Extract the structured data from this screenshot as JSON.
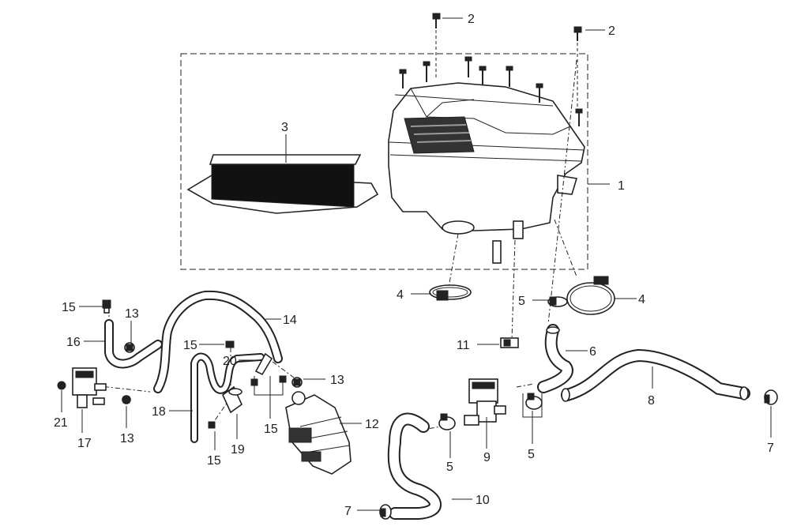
{
  "diagram": {
    "callouts": [
      {
        "id": "c1",
        "text": "1"
      },
      {
        "id": "c2a",
        "text": "2"
      },
      {
        "id": "c2b",
        "text": "2"
      },
      {
        "id": "c3",
        "text": "3"
      },
      {
        "id": "c4a",
        "text": "4"
      },
      {
        "id": "c4b",
        "text": "4"
      },
      {
        "id": "c5a",
        "text": "5"
      },
      {
        "id": "c5b",
        "text": "5"
      },
      {
        "id": "c5c",
        "text": "5"
      },
      {
        "id": "c6",
        "text": "6"
      },
      {
        "id": "c7a",
        "text": "7"
      },
      {
        "id": "c7b",
        "text": "7"
      },
      {
        "id": "c8",
        "text": "8"
      },
      {
        "id": "c9",
        "text": "9"
      },
      {
        "id": "c10",
        "text": "10"
      },
      {
        "id": "c11",
        "text": "11"
      },
      {
        "id": "c12",
        "text": "12"
      },
      {
        "id": "c13a",
        "text": "13"
      },
      {
        "id": "c13b",
        "text": "13"
      },
      {
        "id": "c13c",
        "text": "13"
      },
      {
        "id": "c14",
        "text": "14"
      },
      {
        "id": "c15a",
        "text": "15"
      },
      {
        "id": "c15b",
        "text": "15"
      },
      {
        "id": "c15c",
        "text": "15"
      },
      {
        "id": "c15d",
        "text": "15"
      },
      {
        "id": "c16",
        "text": "16"
      },
      {
        "id": "c17",
        "text": "17"
      },
      {
        "id": "c18",
        "text": "18"
      },
      {
        "id": "c19",
        "text": "19"
      },
      {
        "id": "c20",
        "text": "20"
      },
      {
        "id": "c21",
        "text": "21"
      }
    ]
  }
}
